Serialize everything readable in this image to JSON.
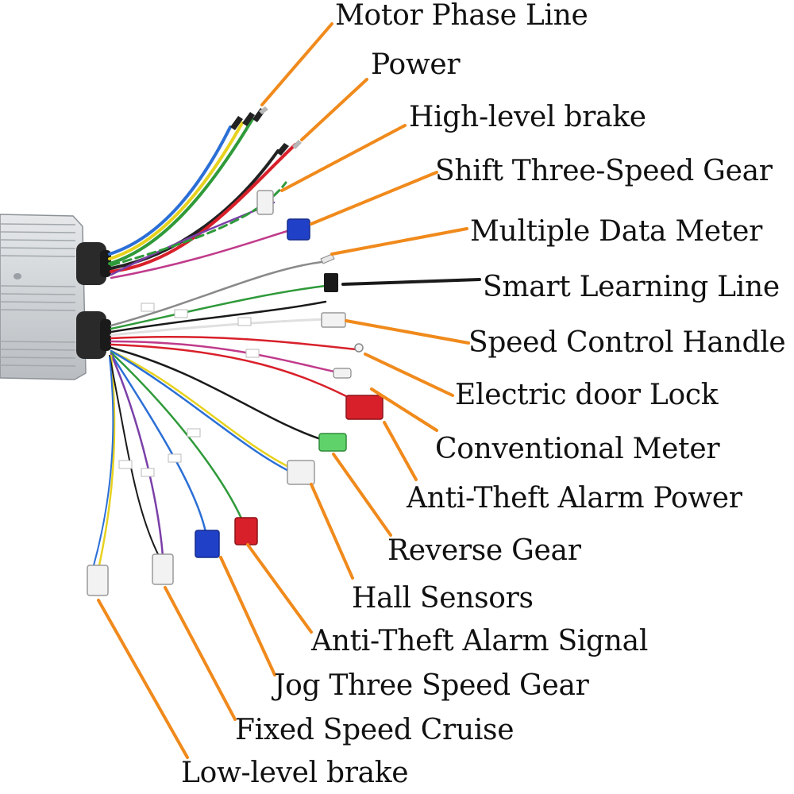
{
  "labels": {
    "motor_phase_line": "Motor Phase Line",
    "power": "Power",
    "high_level_brake": "High-level brake",
    "shift_three_speed_gear": "Shift Three-Speed Gear",
    "multiple_data_meter": "Multiple Data Meter",
    "smart_learning_line": "Smart Learning Line",
    "speed_control_handle": "Speed Control Handle",
    "electric_door_lock": "Electric door Lock",
    "conventional_meter": "Conventional Meter",
    "anti_theft_alarm_power": "Anti-Theft Alarm Power",
    "reverse_gear": "Reverse Gear",
    "hall_sensors": "Hall Sensors",
    "anti_theft_alarm_signal": "Anti-Theft Alarm Signal",
    "jog_three_speed_gear": "Jog Three Speed Gear",
    "fixed_speed_cruise": "Fixed Speed Cruise",
    "low_level_brake": "Low-level brake"
  },
  "colors": {
    "leader_line": "#f08a1c",
    "leader_dark": "#1a1a1a",
    "controller_body": "#d3d6d9",
    "controller_fin": "#aeb3b8",
    "grommet": "#2a2a2a",
    "connector_white": "#f2f2f2",
    "connector_blue": "#2040c8",
    "connector_red": "#d8202a",
    "connector_green": "#5fd36a",
    "connector_black": "#1a1a1a"
  }
}
